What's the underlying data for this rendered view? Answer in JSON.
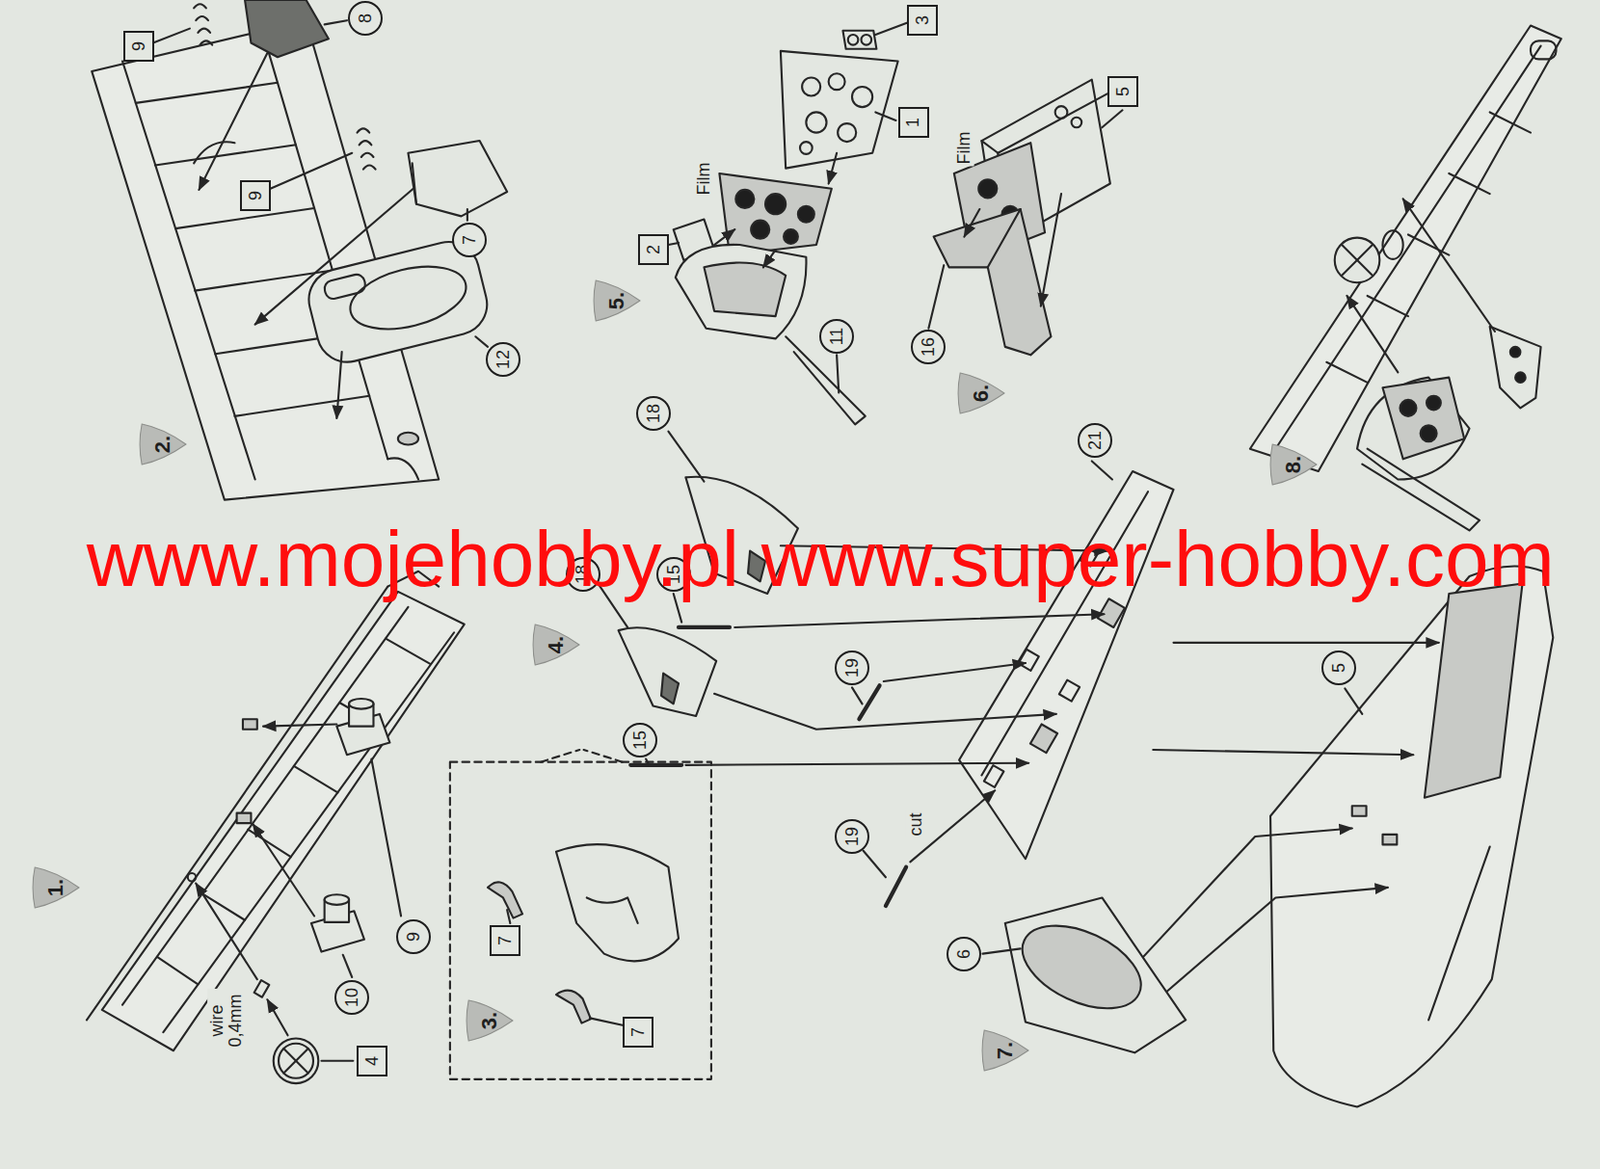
{
  "diagram": {
    "nodes": [
      {
        "text": [
          "1."
        ]
      },
      {
        "text": [
          "4"
        ]
      },
      {
        "text": [
          "10"
        ]
      },
      {
        "text": [
          "9"
        ]
      },
      {
        "text": [
          "2."
        ]
      },
      {
        "text": [
          "9"
        ]
      },
      {
        "text": [
          "8"
        ]
      },
      {
        "text": [
          "9"
        ]
      },
      {
        "text": [
          "7"
        ]
      },
      {
        "text": [
          "12"
        ]
      },
      {
        "text": [
          "3."
        ]
      },
      {
        "text": [
          "7"
        ]
      },
      {
        "text": [
          "7"
        ]
      },
      {
        "text": [
          "4."
        ]
      },
      {
        "text": [
          "18"
        ]
      },
      {
        "text": [
          "18"
        ]
      },
      {
        "text": [
          "15"
        ]
      },
      {
        "text": [
          "15"
        ]
      },
      {
        "text": [
          "19"
        ]
      },
      {
        "text": [
          "19"
        ]
      },
      {
        "text": [
          "21"
        ]
      },
      {
        "text": [
          "5."
        ]
      },
      {
        "text": [
          "3"
        ]
      },
      {
        "text": [
          "1"
        ]
      },
      {
        "text": [
          "2"
        ]
      },
      {
        "text": [
          "11"
        ]
      },
      {
        "text": [
          "6."
        ]
      },
      {
        "text": [
          "5"
        ]
      },
      {
        "text": [
          "16"
        ]
      },
      {
        "text": [
          "7."
        ]
      },
      {
        "text": [
          "6"
        ]
      },
      {
        "text": [
          "5"
        ]
      },
      {
        "text": [
          "8."
        ]
      }
    ],
    "labels": [
      "wire 0,4mm",
      "Film",
      "cut",
      "Film",
      "www.mojehobby.pl www.super-hobby.com"
    ]
  }
}
